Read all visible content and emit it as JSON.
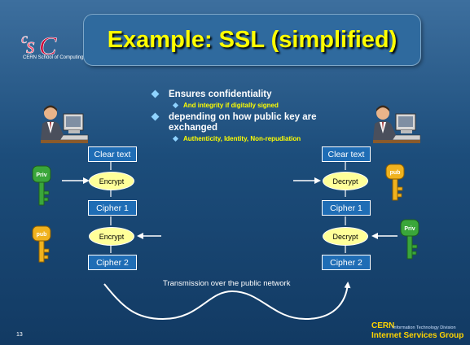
{
  "title": "Example: SSL (simplified)",
  "logo": {
    "glyph": "CSC",
    "subtitle": "CERN School of Computing"
  },
  "bullets": [
    {
      "text": "Ensures confidentiality",
      "sub": [
        "And integrity if digitally signed"
      ]
    },
    {
      "text": "depending on how public key are exchanged",
      "sub": [
        "Authenticity, Identity, Non-repudiation"
      ]
    }
  ],
  "sender": {
    "clear_text": "Clear text",
    "encrypt1": "Encrypt",
    "cipher1": "Cipher 1",
    "encrypt2": "Encrypt",
    "cipher2": "Cipher 2",
    "key1_label": "Priv",
    "key2_label": "pub"
  },
  "receiver": {
    "clear_text": "Clear text",
    "decrypt1": "Decrypt",
    "cipher1": "Cipher 1",
    "decrypt2": "Decrypt",
    "cipher2": "Cipher 2",
    "key1_label": "pub",
    "key2_label": "Priv"
  },
  "transmission_label": "Transmission over the public network",
  "page_number": "13",
  "footer": {
    "cern": "CERN",
    "division": "Information Technology Division",
    "group": "Internet Services Group"
  },
  "colors": {
    "title": "#ffff00",
    "box_fill": "#1f6db5",
    "oval_fill": "#ffff99",
    "green_key": "#3aa63a",
    "gold_key": "#f0b21e"
  }
}
